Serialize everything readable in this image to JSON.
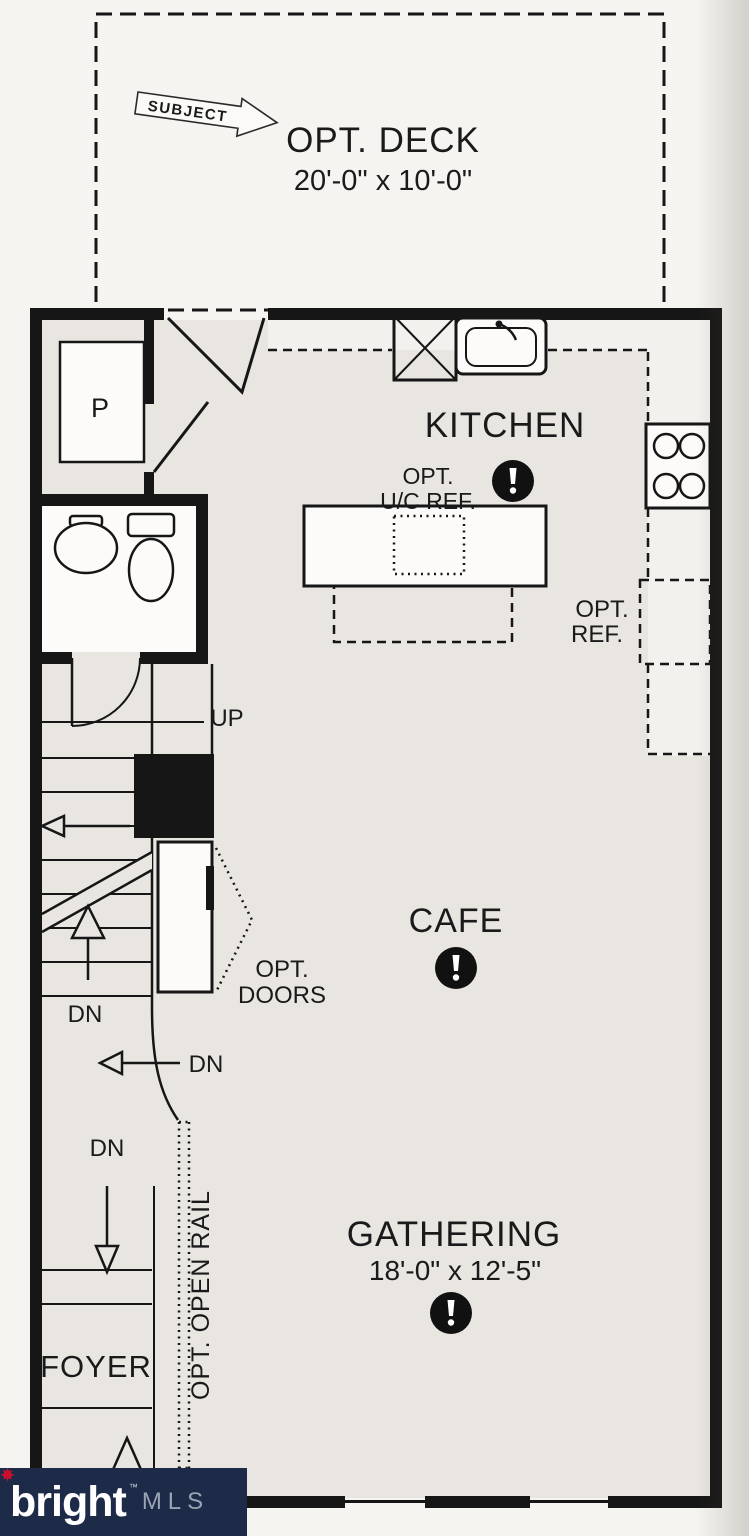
{
  "deck": {
    "subject_tag": "SUBJECT",
    "label": "OPT. DECK",
    "dimensions": "20'-0\" x 10'-0\""
  },
  "kitchen": {
    "label": "KITCHEN",
    "opt_ucref": {
      "line1": "OPT.",
      "line2": "U/C REF."
    },
    "opt_ref": {
      "line1": "OPT.",
      "line2": "REF."
    }
  },
  "cafe": {
    "label": "CAFE"
  },
  "gathering": {
    "label": "GATHERING",
    "dimensions": "18'-0\" x 12'-5\""
  },
  "foyer": {
    "label": "FOYER"
  },
  "pantry": {
    "label": "P"
  },
  "stairs": {
    "up": "UP",
    "dn": "DN",
    "opt_doors": {
      "line1": "OPT.",
      "line2": "DOORS"
    },
    "opt_open_rail": "OPT. OPEN RAIL"
  },
  "logo": {
    "brand": "bright",
    "tm": "™",
    "mls": "MLS"
  },
  "colors": {
    "wall": "#161616",
    "floor": "#e9e6e2",
    "paper": "#f6f4f0",
    "logo_bg": "#1d2b48",
    "leaf": "#c8102e",
    "mls_text": "#9aa3b3"
  }
}
